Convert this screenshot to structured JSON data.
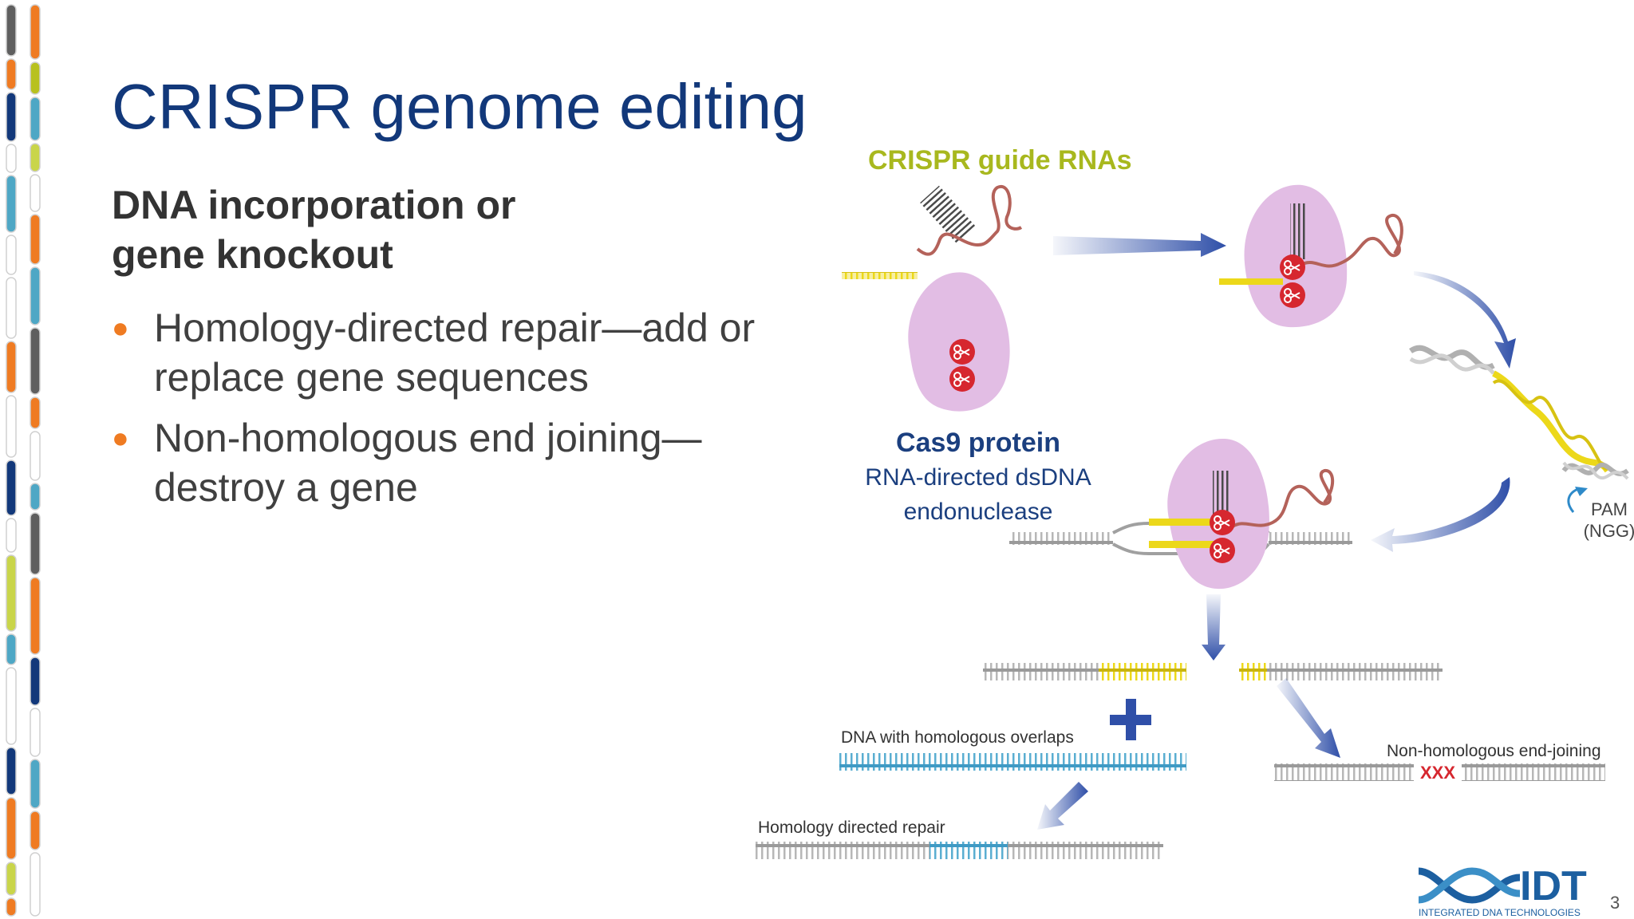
{
  "slide": {
    "title": "CRISPR genome editing",
    "subtitle_lines": [
      "DNA incorporation or",
      "gene knockout"
    ],
    "bullets": [
      {
        "line1": "Homology-directed repair—add or",
        "line2": "replace gene sequences"
      },
      {
        "line1": "Non-homologous end joining—",
        "line2": "destroy a gene"
      }
    ],
    "page_number": "3"
  },
  "diagram": {
    "guide_rna_label": "CRISPR  guide RNAs",
    "cas9_label": "Cas9 protein",
    "cas9_desc_lines": [
      "RNA-directed dsDNA",
      "endonuclease"
    ],
    "pam_label_lines": [
      "PAM",
      "(NGG)"
    ],
    "donor_label": "DNA with homologous overlaps",
    "hdr_label": "Homology directed repair",
    "nhej_label": "Non-homologous end-joining",
    "nhej_marker": "XXX"
  },
  "logo": {
    "name": "IDT",
    "tagline": "INTEGRATED DNA TECHNOLOGIES"
  },
  "colors": {
    "title": "#12387a",
    "bullet": "#ef7b22",
    "guide_label": "#a8b81e",
    "cas9_label": "#1b3f7f",
    "arrow": "#2f4fa8",
    "cas9_body": "#e2bde4",
    "scissors": "#d6272f",
    "target_dna": "#ecd81a",
    "donor_dna": "#5aaed1",
    "dna_gray": "#b7b7b7"
  }
}
